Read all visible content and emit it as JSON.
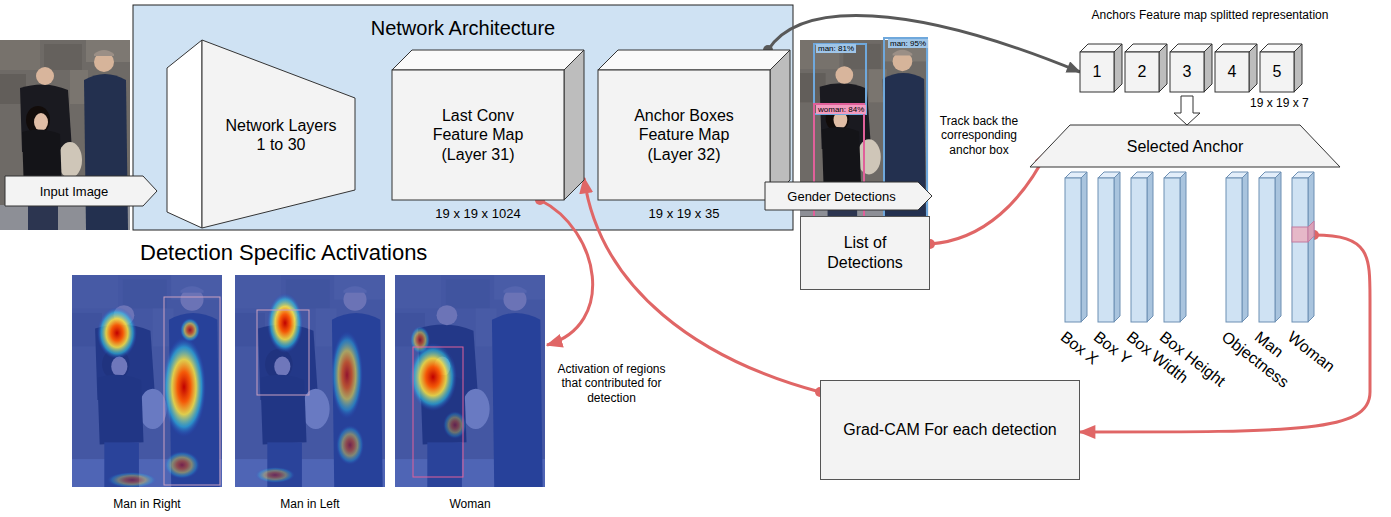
{
  "diagram": {
    "nodes": [
      {
        "text": [
          "Network Architecture"
        ]
      },
      {
        "text": [
          "Network Layers 1 to 30"
        ],
        "in": 0
      },
      {
        "text": [
          "Last Conv Feature Map (Layer 31)",
          "19 x 19 x 1024"
        ],
        "in": 0
      },
      {
        "text": [
          "Anchor Boxes Feature Map (Layer 32)",
          "19 x 19 x 35"
        ],
        "in": 0
      },
      {
        "text": [
          "Input Image"
        ]
      },
      {
        "text": [
          "Gender Detections"
        ]
      },
      {
        "text": [
          "List of Detections"
        ]
      },
      {
        "text": [
          "1"
        ]
      },
      {
        "text": [
          "2"
        ]
      },
      {
        "text": [
          "3"
        ]
      },
      {
        "text": [
          "4"
        ]
      },
      {
        "text": [
          "5"
        ]
      },
      {
        "text": [
          "Selected Anchor"
        ]
      },
      {
        "text": [
          "Box X"
        ]
      },
      {
        "text": [
          "Box Y"
        ]
      },
      {
        "text": [
          "Box Width"
        ]
      },
      {
        "text": [
          "Box Height"
        ]
      },
      {
        "text": [
          "Objectness"
        ]
      },
      {
        "text": [
          "Man"
        ]
      },
      {
        "text": [
          "Woman"
        ]
      },
      {
        "text": [
          "Grad-CAM For each detection"
        ]
      },
      {
        "text": [
          "Man in Right"
        ]
      },
      {
        "text": [
          "Man in Left"
        ]
      },
      {
        "text": [
          "Woman"
        ]
      }
    ],
    "edges": [
      {
        "from": 3,
        "to": 7,
        "arrow": "to"
      },
      {
        "from": 6,
        "to": 12,
        "arrow": "to"
      },
      {
        "from": 19,
        "to": 20,
        "arrow": "to"
      },
      {
        "from": 20,
        "to": 2,
        "arrow": "to"
      },
      {
        "from": 2,
        "to": 23,
        "arrow": "to"
      },
      {
        "from": 9,
        "to": 12,
        "arrow": "to"
      }
    ],
    "labels": [
      "Anchors Feature map splitted representation",
      "19 x 19 x 7",
      "Track back the corresponding anchor box",
      "Detection Specific Activations",
      "Activation of regions that contributed for detection",
      "man: 81%",
      "man: 95%",
      "woman: 84%"
    ]
  }
}
